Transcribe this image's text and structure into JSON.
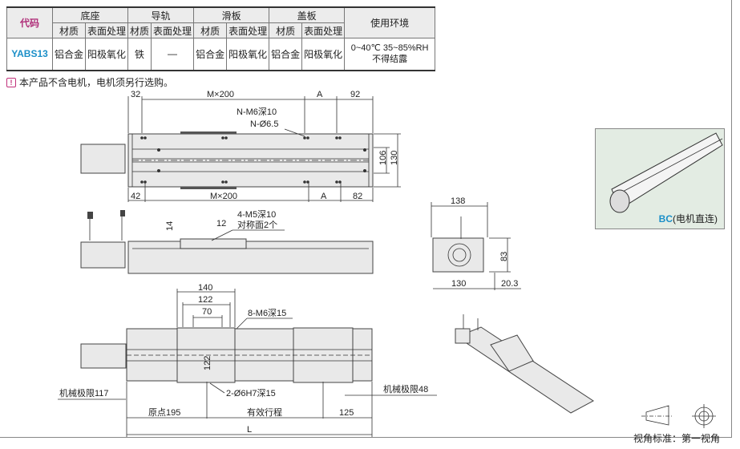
{
  "table": {
    "code_header": "代码",
    "groups": [
      "底座",
      "导轨",
      "滑板",
      "盖板"
    ],
    "env_header": "使用环境",
    "sub": [
      "材质",
      "表面处理",
      "材质",
      "表面处理",
      "材质",
      "表面处理",
      "材质",
      "表面处理"
    ],
    "row": {
      "code": "YABS13",
      "cells": [
        "铝合金",
        "阳极氧化",
        "铁",
        "—",
        "铝合金",
        "阳极氧化",
        "铝合金",
        "阳极氧化"
      ],
      "env1": "0~40℃  35~85%RH",
      "env2": "不得结露"
    }
  },
  "note": {
    "icon": "warning-icon",
    "text": "本产品不含电机，电机须另行选购。"
  },
  "top_view": {
    "d32": "32",
    "m200_top": "M×200",
    "a_top": "A",
    "d92": "92",
    "n_m6": "N-M6深10",
    "n_d65": "N-Ø6.5",
    "d106": "106",
    "d130": "130",
    "d42": "42",
    "m200_bot": "M×200",
    "a_bot": "A",
    "d82": "82"
  },
  "side_view": {
    "d14": "14",
    "d12": "12",
    "m5_1": "4-M5深10",
    "m5_2": "对称面2个"
  },
  "end_view": {
    "d138": "138",
    "d83": "83",
    "d130": "130",
    "d203": "20.3"
  },
  "plan_view": {
    "d140": "140",
    "d122": "122",
    "d70": "70",
    "m6_15": "8-M6深15",
    "d122v": "122",
    "limit_l": "机械极限117",
    "pin": "2-Ø6H7深15",
    "limit_r": "机械极限48",
    "origin": "原点195",
    "stroke": "有效行程",
    "d125": "125",
    "L": "L"
  },
  "inset": {
    "code": "BC",
    "caption": "(电机直连)"
  },
  "view_standard": "视角标准：第一视角"
}
